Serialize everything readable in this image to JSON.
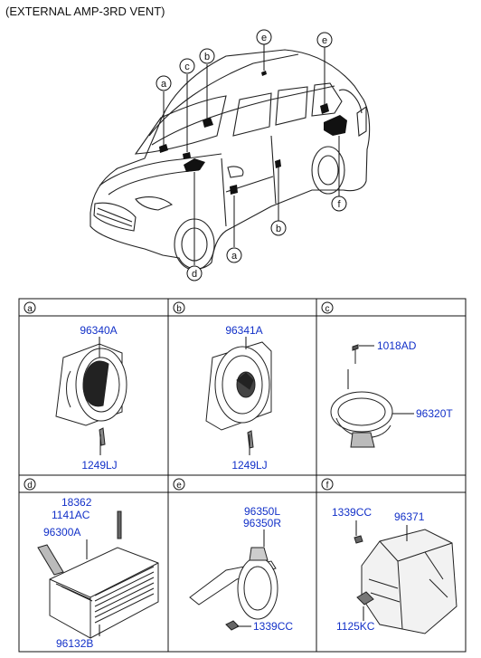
{
  "title": "(EXTERNAL AMP-3RD VENT)",
  "callouts": {
    "a_left": "a",
    "c": "c",
    "b_top": "b",
    "e_mid": "e",
    "e_right": "e",
    "f": "f",
    "d": "d",
    "a_bottom": "a",
    "b_bottom": "b"
  },
  "panels": [
    {
      "letter": "a",
      "parts": [
        "96340A",
        "1249LJ"
      ]
    },
    {
      "letter": "b",
      "parts": [
        "96341A",
        "1249LJ"
      ]
    },
    {
      "letter": "c",
      "parts": [
        "1018AD",
        "96320T"
      ]
    },
    {
      "letter": "d",
      "parts": [
        "18362",
        "1141AC",
        "96300A",
        "96132B"
      ]
    },
    {
      "letter": "e",
      "parts": [
        "96350L",
        "96350R",
        "1339CC"
      ]
    },
    {
      "letter": "f",
      "parts": [
        "1339CC",
        "96371",
        "1125KC"
      ]
    }
  ]
}
